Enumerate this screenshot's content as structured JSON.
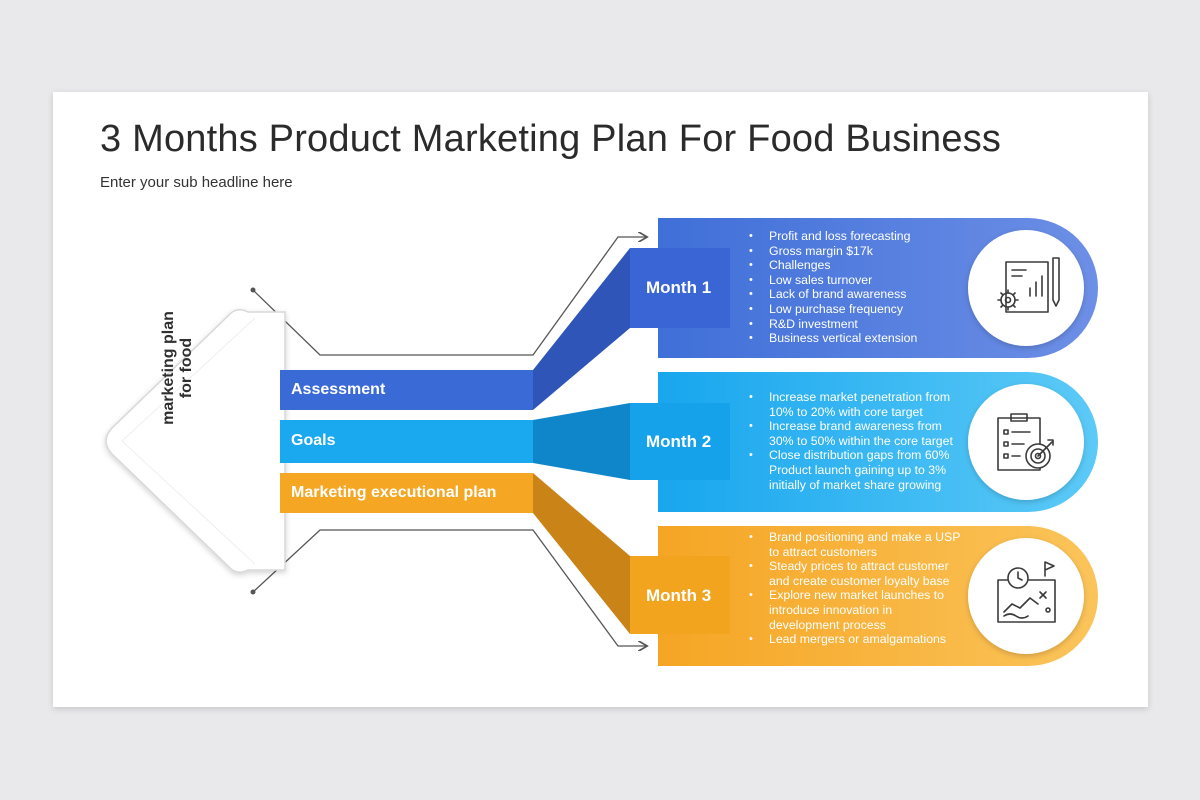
{
  "title": "3 Months Product Marketing Plan For Food Business",
  "subtitle": "Enter your sub headline here",
  "center_label": [
    "marketing plan",
    "for food"
  ],
  "bands": [
    {
      "label": "Assessment",
      "color": "#3a6ad6"
    },
    {
      "label": "Goals",
      "color": "#1aa8ee"
    },
    {
      "label": "Marketing executional plan",
      "color": "#f5a623"
    }
  ],
  "months": [
    {
      "label": "Month 1",
      "icon": "financial-report-gear-icon",
      "color": "#4a78dc",
      "items": [
        "Profit and loss forecasting",
        "Gross margin $17k",
        "Challenges",
        "Low sales turnover",
        "Lack of brand awareness",
        "Low purchase frequency",
        "R&D investment",
        "Business vertical extension"
      ]
    },
    {
      "label": "Month 2",
      "icon": "checklist-target-icon",
      "color": "#25b4f0",
      "items": [
        "Increase market penetration from 10% to 20% with core target",
        "Increase brand awareness from 30% to 50% within the core target",
        "Close distribution gaps from 60% Product launch gaining up to 3% initially of market share growing"
      ]
    },
    {
      "label": "Month 3",
      "icon": "strategy-map-clock-icon",
      "color": "#f7b12e",
      "items": [
        "Brand positioning and make a USP to attract customers",
        "Steady prices to attract customer and create customer loyalty base",
        "Explore new market launches to introduce innovation in development process",
        "Lead mergers or amalgamations"
      ]
    }
  ]
}
